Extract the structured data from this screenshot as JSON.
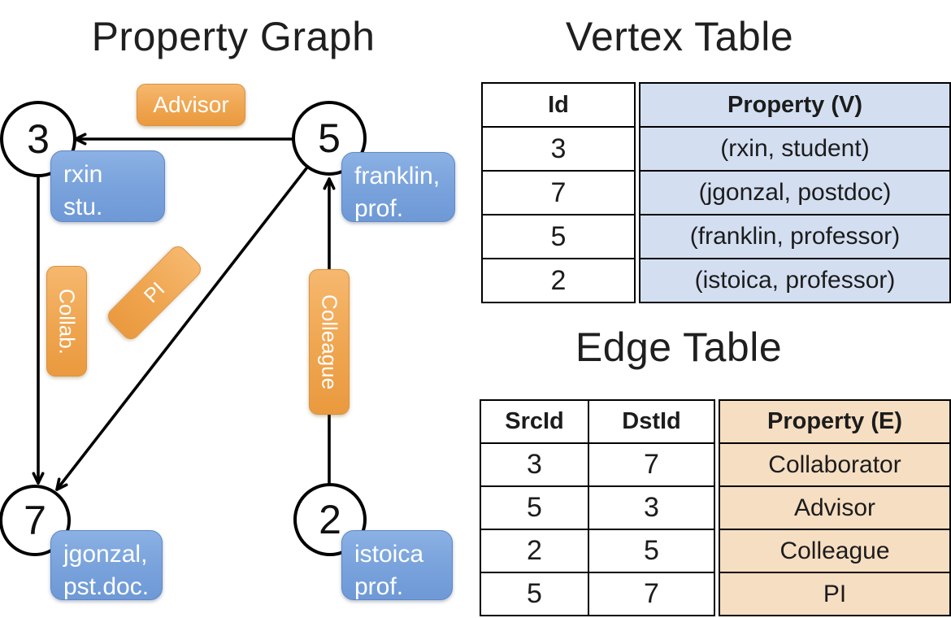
{
  "titles": {
    "graph": "Property Graph",
    "vertex": "Vertex Table",
    "edge": "Edge Table"
  },
  "graph": {
    "nodes": [
      {
        "id": "3"
      },
      {
        "id": "5"
      },
      {
        "id": "7"
      },
      {
        "id": "2"
      }
    ],
    "edge_labels": {
      "advisor": "Advisor",
      "collab": "Collab.",
      "pi": "PI",
      "colleague": "Colleague"
    },
    "vertex_labels": {
      "rxin": {
        "line1": "rxin",
        "line2": "stu."
      },
      "franklin": {
        "line1": "franklin,",
        "line2": "prof."
      },
      "jgonzal": {
        "line1": "jgonzal,",
        "line2": "pst.doc."
      },
      "istoica": {
        "line1": "istoica",
        "line2": "prof."
      }
    }
  },
  "vertex_table": {
    "headers": {
      "id": "Id",
      "property": "Property (V)"
    },
    "rows": [
      {
        "id": "3",
        "property": "(rxin, student)"
      },
      {
        "id": "7",
        "property": "(jgonzal, postdoc)"
      },
      {
        "id": "5",
        "property": "(franklin, professor)"
      },
      {
        "id": "2",
        "property": "(istoica, professor)"
      }
    ]
  },
  "edge_table": {
    "headers": {
      "src": "SrcId",
      "dst": "DstId",
      "property": "Property (E)"
    },
    "rows": [
      {
        "src": "3",
        "dst": "7",
        "property": "Collaborator"
      },
      {
        "src": "5",
        "dst": "3",
        "property": "Advisor"
      },
      {
        "src": "2",
        "dst": "5",
        "property": "Colleague"
      },
      {
        "src": "5",
        "dst": "7",
        "property": "PI"
      }
    ]
  },
  "colors": {
    "edge_label_orange": "#EFA54F",
    "vertex_label_blue": "#7AA3DC",
    "vertex_cell_bg": "#D3DFF1",
    "edge_cell_bg": "#F6DEC2",
    "line_black": "#000000"
  }
}
